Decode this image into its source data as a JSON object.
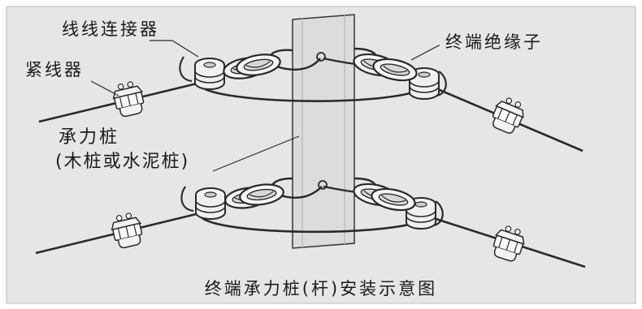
{
  "labels": {
    "connector": "线线连接器",
    "tensioner": "紧线器",
    "insulator": "终端绝缘子",
    "pile_line1": "承力桩",
    "pile_line2": "(木桩或水泥桩)",
    "caption": "终端承力桩(杆)安装示意图"
  },
  "colors": {
    "background": "#e6e6e6",
    "pile_fill": "#dcdcdc",
    "line": "#2a2a2a",
    "insulator_fill": "#f4f4f4"
  }
}
